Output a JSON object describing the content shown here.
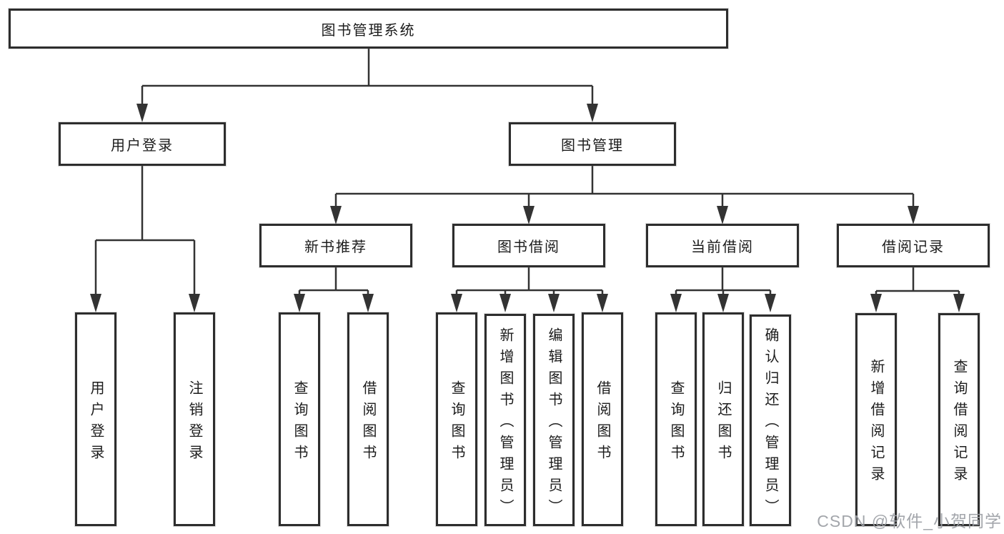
{
  "diagram": {
    "type": "hierarchy",
    "tree": {
      "label": "图书管理系统",
      "children": [
        {
          "label": "用户登录",
          "children": [
            {
              "label": "用户登录"
            },
            {
              "label": "注销登录"
            }
          ]
        },
        {
          "label": "图书管理",
          "children": [
            {
              "label": "新书推荐",
              "children": [
                {
                  "label": "查询图书"
                },
                {
                  "label": "借阅图书"
                }
              ]
            },
            {
              "label": "图书借阅",
              "children": [
                {
                  "label": "查询图书"
                },
                {
                  "label": "新增图书（管理员）"
                },
                {
                  "label": "编辑图书（管理员）"
                },
                {
                  "label": "借阅图书"
                }
              ]
            },
            {
              "label": "当前借阅",
              "children": [
                {
                  "label": "查询图书"
                },
                {
                  "label": "归还图书"
                },
                {
                  "label": "确认归还（管理员）"
                }
              ]
            },
            {
              "label": "借阅记录",
              "children": [
                {
                  "label": "新增借阅记录"
                },
                {
                  "label": "查询借阅记录"
                }
              ]
            }
          ]
        }
      ]
    },
    "watermark": "CSDN @软件_小贺同学",
    "colors": {
      "line": "#333333",
      "box_border": "#2d2d2d",
      "text": "#1c1c1c",
      "background": "#ffffff",
      "watermark": "#9b9ea4"
    }
  }
}
